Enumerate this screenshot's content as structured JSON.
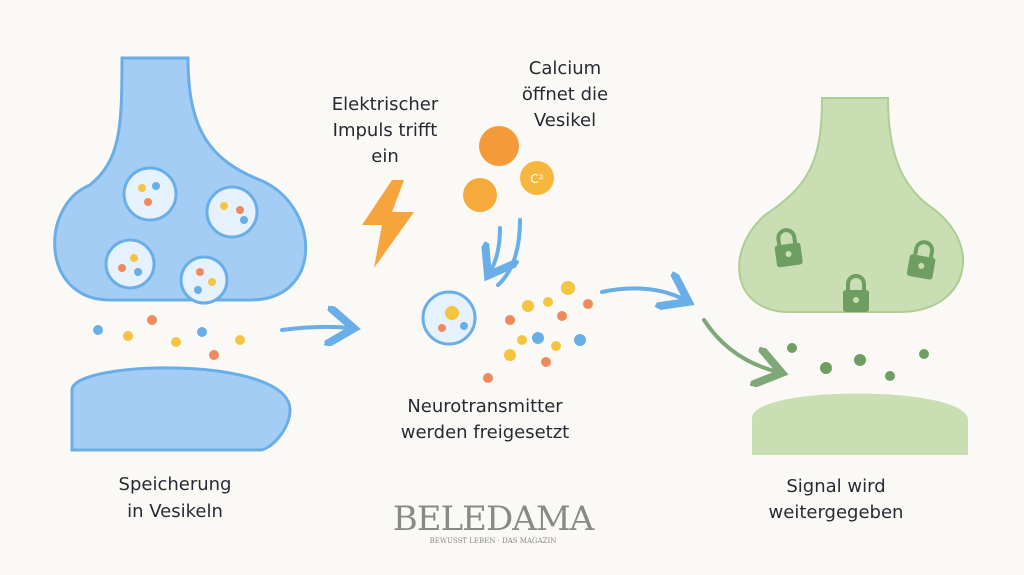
{
  "labels": {
    "storage": [
      "Speicherung",
      "in Vesikeln"
    ],
    "impulse": [
      "Elektrischer",
      "Impuls trifft",
      "ein"
    ],
    "calcium": [
      "Calcium",
      "öffnet die",
      "Vesikel"
    ],
    "release": [
      "Neurotransmitter",
      "werden freigesetzt"
    ],
    "signal": [
      "Signal wird",
      "weitergegeben"
    ]
  },
  "ion_label": "C²",
  "logo": {
    "name": "BELEDAMA",
    "tagline": "BEWUSST LEBEN · DAS MAGAZIN"
  },
  "colors": {
    "presynaptic": "#a3cdf5",
    "postsynaptic": "#c9dfb3",
    "lightning": "#f5a53c",
    "calcium": "#f6a33b",
    "arrow_blue": "#6aaee8",
    "arrow_green": "#7fa878",
    "lock": "#6f9e63"
  }
}
